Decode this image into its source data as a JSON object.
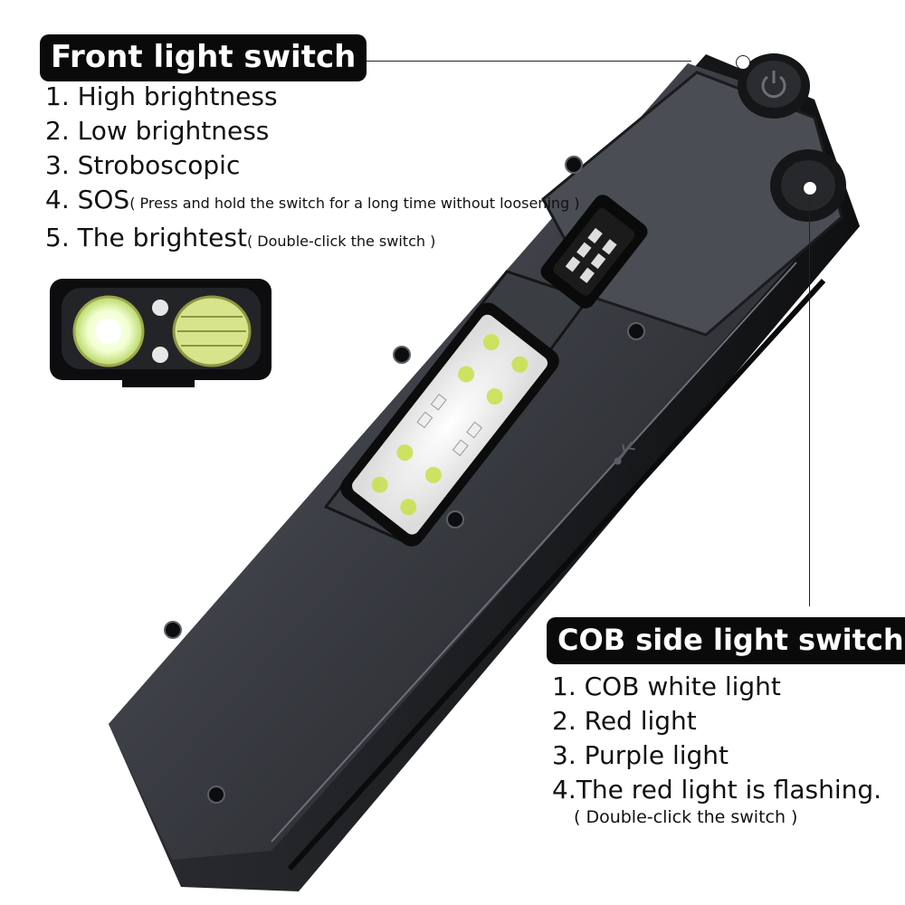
{
  "front": {
    "title": "Front light switch",
    "items": [
      {
        "text": "1. High brightness",
        "note": ""
      },
      {
        "text": "2. Low brightness",
        "note": ""
      },
      {
        "text": "3. Stroboscopic",
        "note": ""
      },
      {
        "text": "4. SOS",
        "note": "( Press and hold the switch for a long time without loosening )"
      },
      {
        "text": "5. The brightest",
        "note": "( Double-click the switch )"
      }
    ]
  },
  "cob": {
    "title": "COB side light switch",
    "items": [
      {
        "text": "1. COB white light"
      },
      {
        "text": "2. Red light"
      },
      {
        "text": "3. Purple light"
      },
      {
        "text": "4.The red light is flashing."
      }
    ],
    "note": "( Double-click the switch )"
  },
  "icons": [
    "usb-icon",
    "power-icon"
  ]
}
